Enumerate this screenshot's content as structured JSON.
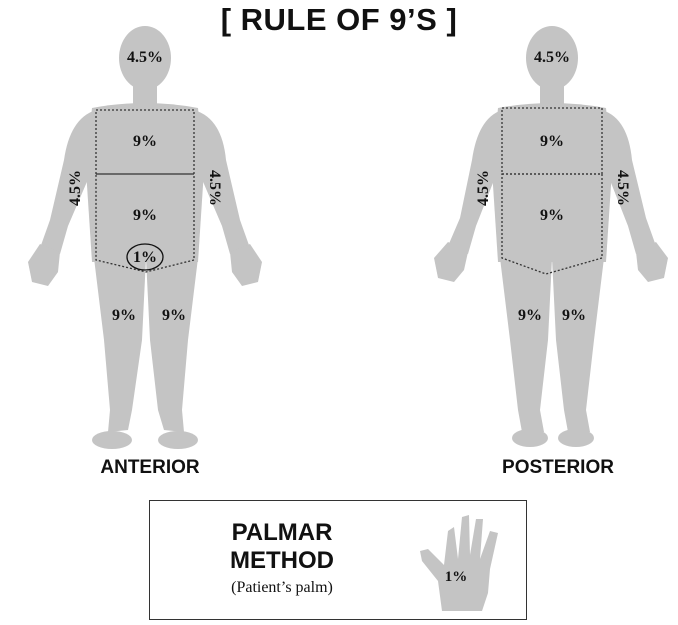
{
  "title": "[ RULE OF 9’S ]",
  "views": {
    "anterior": {
      "label": "ANTERIOR",
      "head": "4.5%",
      "chest": "9%",
      "abdomen": "9%",
      "genitals": "1%",
      "right_arm": "4.5%",
      "left_arm": "4.5%",
      "right_leg": "9%",
      "left_leg": "9%"
    },
    "posterior": {
      "label": "POSTERIOR",
      "head": "4.5%",
      "upper_back": "9%",
      "lower_back": "9%",
      "right_arm": "4.5%",
      "left_arm": "4.5%",
      "right_leg": "9%",
      "left_leg": "9%"
    }
  },
  "palmar": {
    "title_line1": "PALMAR",
    "title_line2": "METHOD",
    "subtitle": "(Patient’s palm)",
    "value": "1%"
  },
  "colors": {
    "body": "#c4c4c4",
    "ink": "#111111"
  }
}
